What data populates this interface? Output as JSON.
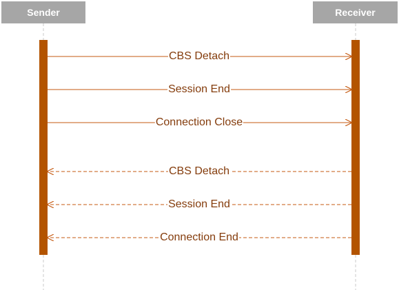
{
  "participants": {
    "sender": "Sender",
    "receiver": "Receiver"
  },
  "messages": [
    {
      "label": "CBS Detach",
      "style": "solid",
      "direction": "to-receiver"
    },
    {
      "label": "Session End",
      "style": "solid",
      "direction": "to-receiver"
    },
    {
      "label": "Connection Close",
      "style": "solid",
      "direction": "to-receiver"
    },
    {
      "label": "CBS Detach",
      "style": "dashed",
      "direction": "to-sender"
    },
    {
      "label": "Session End",
      "style": "dashed",
      "direction": "to-sender"
    },
    {
      "label": "Connection End",
      "style": "dashed",
      "direction": "to-sender"
    }
  ],
  "colors": {
    "participant_header": "#a6a6a6",
    "participant_text": "#ffffff",
    "activation_bar": "#b35400",
    "message_line": "#c55a11",
    "message_text": "#843c0c",
    "lifeline": "#c8c8c8"
  }
}
